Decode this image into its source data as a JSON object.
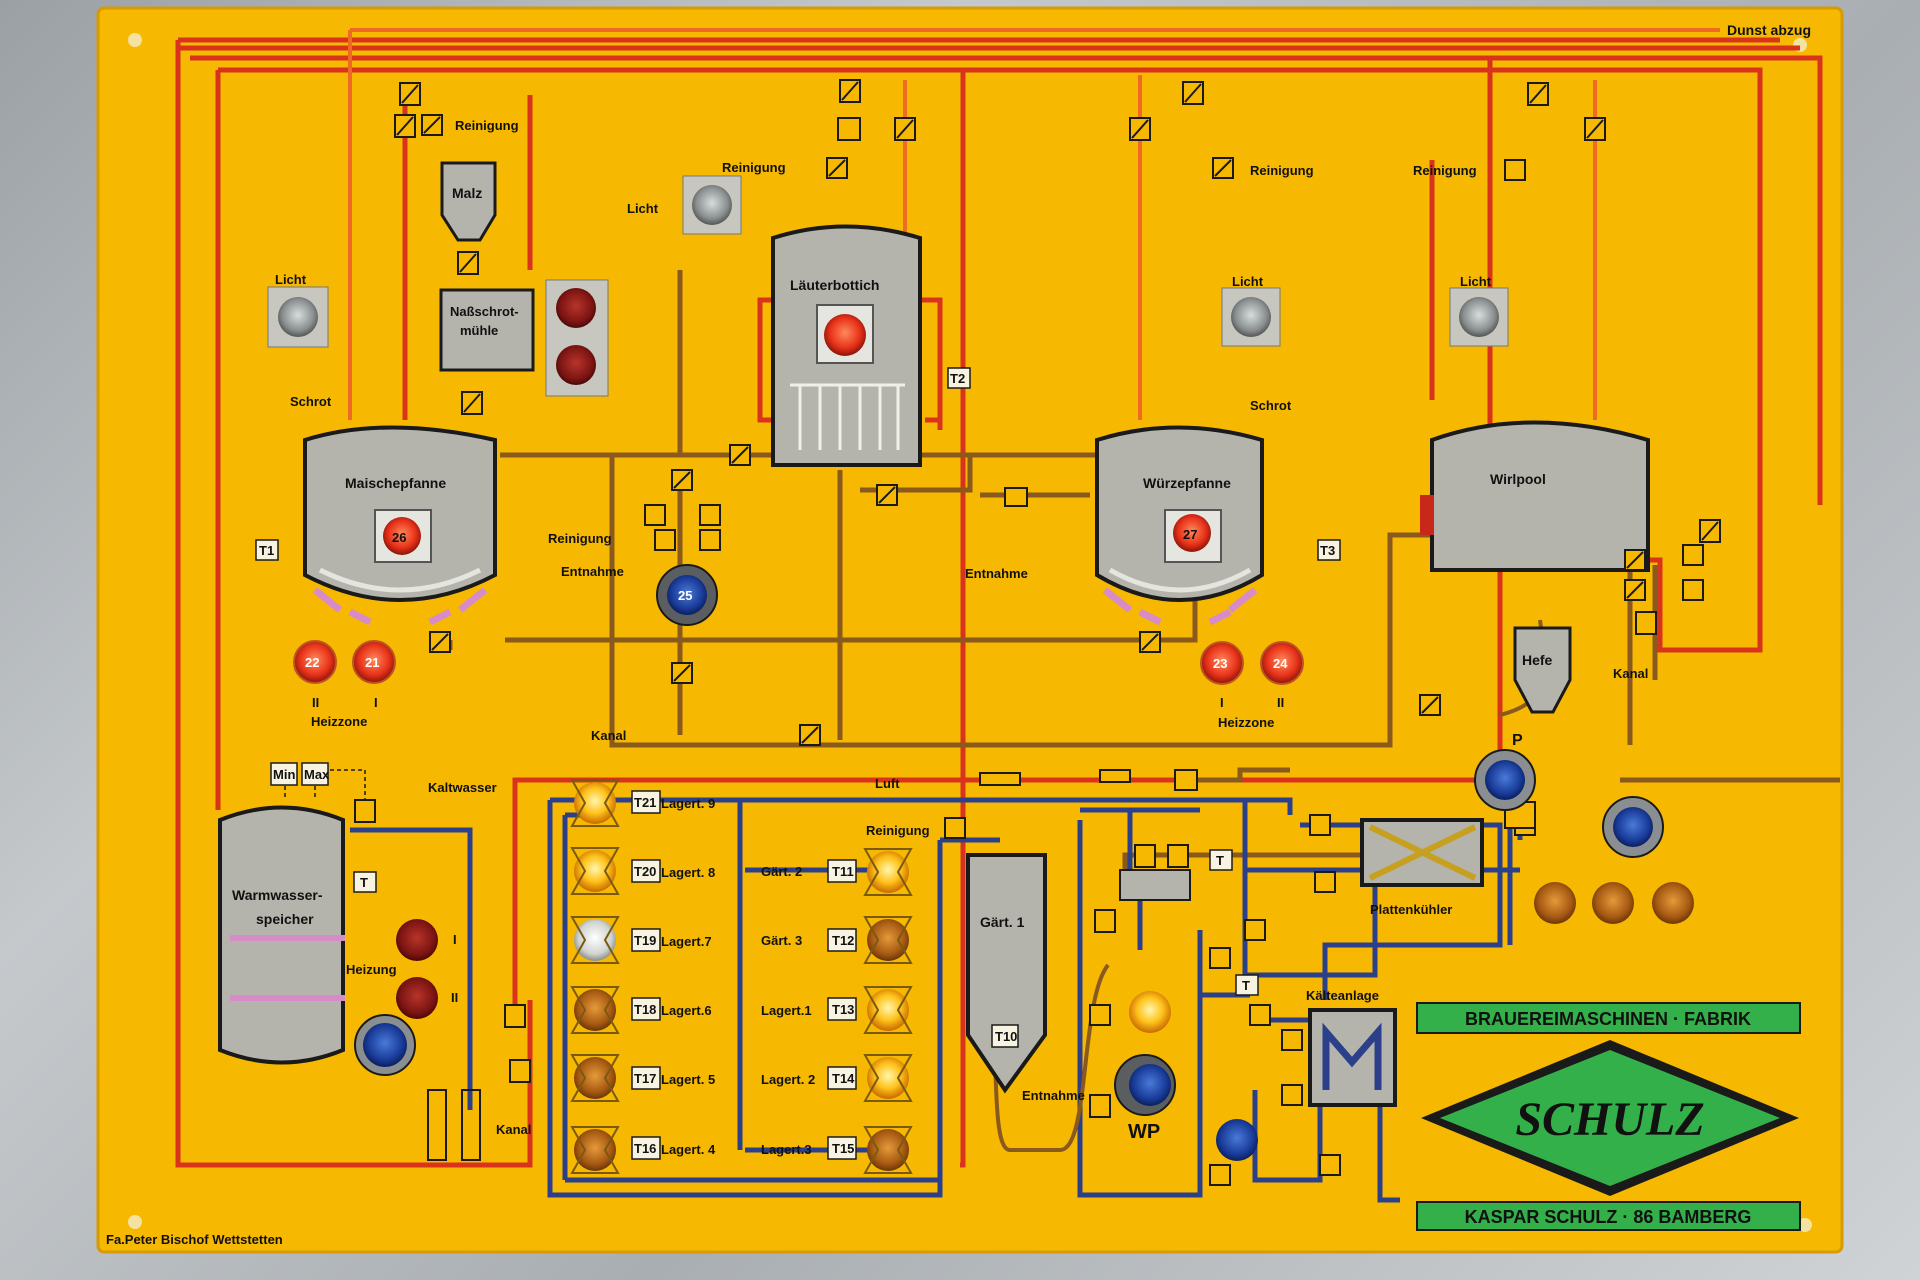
{
  "panel": {
    "exhaust_label": "Dunst abzug",
    "maker_credit": "Fa.Peter Bischof Wettstetten"
  },
  "vessels": {
    "maischepfanne": "Maischepfanne",
    "laeuterbottich": "Läuterbottich",
    "wuerzepfanne": "Würzepfanne",
    "wirlpool": "Wirlpool",
    "warmwasser_1": "Warmwasser-",
    "warmwasser_2": "speicher",
    "gaert1": "Gärt. 1",
    "plattenkuehler": "Plattenkühler",
    "kaelteanlage": "Kälteanlage",
    "malz": "Malz",
    "nassschrot_1": "Naßschrot-",
    "nassschrot_2": "mühle",
    "hefe": "Hefe"
  },
  "labels": {
    "licht": "Licht",
    "reinigung": "Reinigung",
    "schrot": "Schrot",
    "entnahme": "Entnahme",
    "kanal": "Kanal",
    "heizzone": "Heizzone",
    "heizung": "Heizung",
    "kaltwasser": "Kaltwasser",
    "luft": "Luft",
    "min": "Min",
    "max": "Max",
    "roman_1": "I",
    "roman_2": "II",
    "wp": "WP",
    "p": "P"
  },
  "sensors": {
    "t1": "T1",
    "t2": "T2",
    "t3": "T3",
    "t": "T",
    "t10": "T10"
  },
  "indicators": {
    "n26": "26",
    "n27": "27",
    "n25": "25",
    "n22": "22",
    "n21": "21",
    "n23": "23",
    "n24": "24"
  },
  "lager_left": [
    {
      "tag": "T21",
      "name": "Lagert. 9"
    },
    {
      "tag": "T20",
      "name": "Lagert. 8"
    },
    {
      "tag": "T19",
      "name": "Lagert.7"
    },
    {
      "tag": "T18",
      "name": "Lagert.6"
    },
    {
      "tag": "T17",
      "name": "Lagert. 5"
    },
    {
      "tag": "T16",
      "name": "Lagert. 4"
    }
  ],
  "lager_right": [
    {
      "tag": "T11",
      "name": "Gärt. 2"
    },
    {
      "tag": "T12",
      "name": "Gärt. 3"
    },
    {
      "tag": "T13",
      "name": "Lagert.1"
    },
    {
      "tag": "T14",
      "name": "Lagert. 2"
    },
    {
      "tag": "T15",
      "name": "Lagert.3"
    }
  ],
  "brand": {
    "top": "BRAUEREIMASCHINEN · FABRIK",
    "logo": "SCHULZ",
    "bottom": "KASPAR SCHULZ · 86 BAMBERG"
  },
  "colors": {
    "panel_yellow": "#f6b800",
    "pipe_red": "#d9331b",
    "pipe_orange": "#ef6a22",
    "pipe_brown": "#8a5a1c",
    "pipe_blue": "#2c3f8a",
    "vessel_grey": "#b4b4ac",
    "brand_green": "#33b04a"
  }
}
